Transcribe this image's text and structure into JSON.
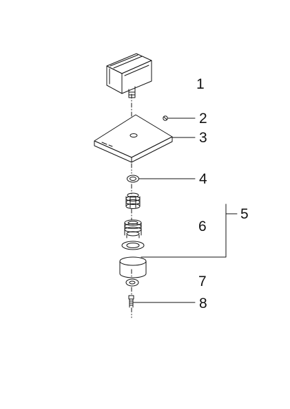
{
  "diagram": {
    "type": "exploded-parts-view",
    "stroke_color": "#111111",
    "background": "#ffffff",
    "callouts": [
      {
        "id": "1",
        "label": "1"
      },
      {
        "id": "2",
        "label": "2"
      },
      {
        "id": "3",
        "label": "3"
      },
      {
        "id": "4",
        "label": "4"
      },
      {
        "id": "5",
        "label": "5"
      },
      {
        "id": "6",
        "label": "6"
      },
      {
        "id": "7",
        "label": "7"
      },
      {
        "id": "8",
        "label": "8"
      }
    ],
    "parts": [
      {
        "callout": "1",
        "icon": "handle-block-icon"
      },
      {
        "callout": "2",
        "icon": "set-screw-icon"
      },
      {
        "callout": "3",
        "icon": "escutcheon-plate-icon"
      },
      {
        "callout": "4",
        "icon": "o-ring-icon"
      },
      {
        "callout": "5",
        "icon": "cartridge-assembly-bracket"
      },
      {
        "callout": "6",
        "icon": "cartridge-body-icon"
      },
      {
        "callout": "7",
        "icon": "washer-icon"
      },
      {
        "callout": "8",
        "icon": "bolt-icon"
      }
    ]
  }
}
